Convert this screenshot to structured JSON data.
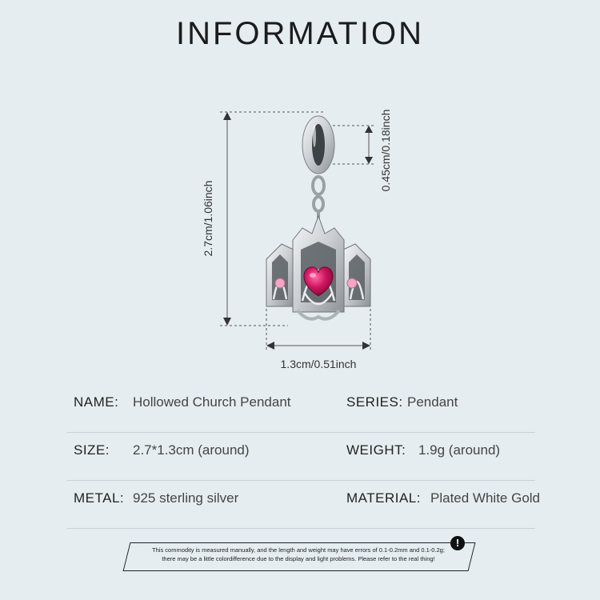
{
  "page": {
    "title": "INFORMATION",
    "background_color": "#e6edf0"
  },
  "dimensions": {
    "height_label": "2.7cm/1.06inch",
    "loop_label": "0.45cm/0.18inch",
    "width_label": "1.3cm/0.51inch"
  },
  "product_image": {
    "description_icon": "church-pendant-charm-icon",
    "stone_color": "#c8145a",
    "side_stone_color": "#f2a6c6",
    "metal_color": "#d9dcdf"
  },
  "specs": {
    "name_label": "NAME:",
    "name_value": "Hollowed Church Pendant",
    "series_label": "SERIES:",
    "series_value": "Pendant",
    "size_label": "SIZE:",
    "size_value": "2.7*1.3cm (around)",
    "weight_label": "WEIGHT:",
    "weight_value": "1.9g (around)",
    "metal_label": "METAL:",
    "metal_value": "925 sterling silver",
    "material_label": "MATERIAL:",
    "material_value": "Plated White Gold"
  },
  "notice": {
    "icon": "!",
    "line1": "This commodity is measured manually, and the length and weight may have errors of 0.1-0.2mm and 0.1-0.2g;",
    "line2": "there may be a little colordifference due to the display and light problems. Please refer to the real thing!"
  }
}
